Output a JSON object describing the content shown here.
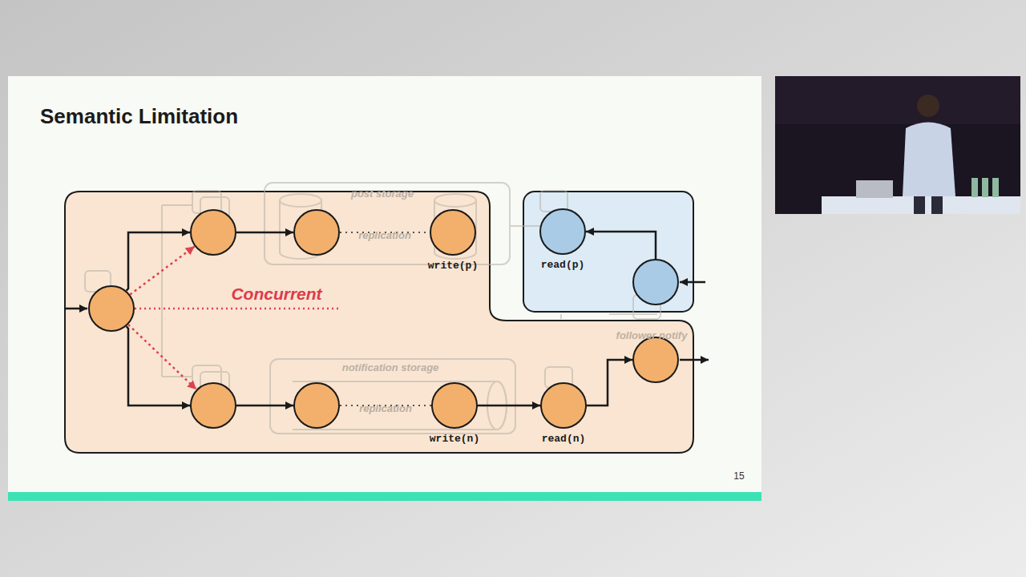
{
  "diagram": {
    "title": "Semantic Limitation",
    "nodes": [
      {
        "text": []
      },
      {
        "text": [],
        "in": 0
      },
      {
        "text": [],
        "in": 0
      },
      {
        "text": [],
        "in": 0
      },
      {
        "text": [
          "write(p)"
        ],
        "in": 0
      },
      {
        "text": [],
        "in": 0
      },
      {
        "text": [],
        "in": 0
      },
      {
        "text": [
          "write(n)"
        ],
        "in": 0
      },
      {
        "text": [
          "read(n)"
        ],
        "in": 0
      },
      {
        "text": [],
        "in": 0
      },
      {
        "text": []
      },
      {
        "text": [
          "read(p)"
        ],
        "in": 10
      },
      {
        "text": [],
        "in": 10
      }
    ],
    "edges": [
      {
        "from": 1,
        "to": 2,
        "arrow": "to"
      },
      {
        "from": 1,
        "to": 5,
        "arrow": "to"
      },
      {
        "from": 2,
        "to": 3,
        "arrow": "to"
      },
      {
        "from": 3,
        "to": 4,
        "arrow": "none",
        "label": "replication"
      },
      {
        "from": 5,
        "to": 6,
        "arrow": "to"
      },
      {
        "from": 6,
        "to": 7,
        "arrow": "none",
        "label": "replication"
      },
      {
        "from": 7,
        "to": 8,
        "arrow": "to"
      },
      {
        "from": 8,
        "to": 9,
        "arrow": "to"
      },
      {
        "from": 12,
        "to": 11,
        "arrow": "to"
      },
      {
        "from": 1,
        "to": 2,
        "arrow": "to"
      },
      {
        "from": 1,
        "to": 5,
        "arrow": "to"
      }
    ],
    "labels": [
      "15",
      "Concurrent",
      "post storage",
      "notification storage",
      "follower notify"
    ]
  }
}
